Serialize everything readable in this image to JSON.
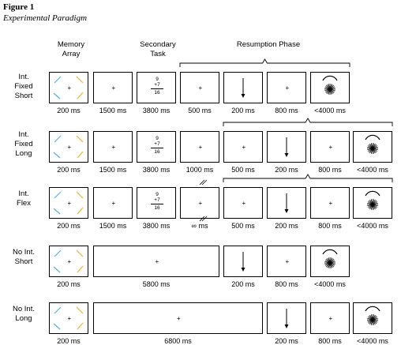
{
  "figure": {
    "title": "Figure 1",
    "subtitle": "Experimental Paradigm"
  },
  "headers": {
    "memory_array": "Memory Array",
    "secondary_task": "Secondary Task",
    "resumption_phase": "Resumption Phase"
  },
  "arithmetic": {
    "line1": "9",
    "line2": "+7",
    "line3": "16"
  },
  "colors": {
    "blue": "#5aaee0",
    "orange": "#f0b030",
    "frame": "#000000"
  },
  "symbols": {
    "fixation": "+"
  },
  "icons": [
    "memory-array-icon",
    "fixation-icon",
    "arithmetic-problem-icon",
    "probe-arrow-icon",
    "response-wheel-icon",
    "interruption-break-icon"
  ],
  "rows": [
    {
      "label": "Int. Fixed Short",
      "durations": [
        "200 ms",
        "1500 ms",
        "3800 ms",
        "500 ms",
        "200 ms",
        "800 ms",
        "<4000 ms"
      ]
    },
    {
      "label": "Int. Fixed Long",
      "durations": [
        "200 ms",
        "1500 ms",
        "3800 ms",
        "1000 ms",
        "500 ms",
        "200 ms",
        "800 ms",
        "<4000 ms"
      ]
    },
    {
      "label": "Int. Flex",
      "durations": [
        "200 ms",
        "1500 ms",
        "3800 ms",
        "∞ ms",
        "500 ms",
        "200 ms",
        "800 ms",
        "<4000 ms"
      ]
    },
    {
      "label": "No Int. Short",
      "durations": [
        "200 ms",
        "5800 ms",
        "200 ms",
        "800 ms",
        "<4000 ms"
      ]
    },
    {
      "label": "No Int. Long",
      "durations": [
        "200 ms",
        "6800 ms",
        "200 ms",
        "800 ms",
        "<4000 ms"
      ]
    }
  ]
}
